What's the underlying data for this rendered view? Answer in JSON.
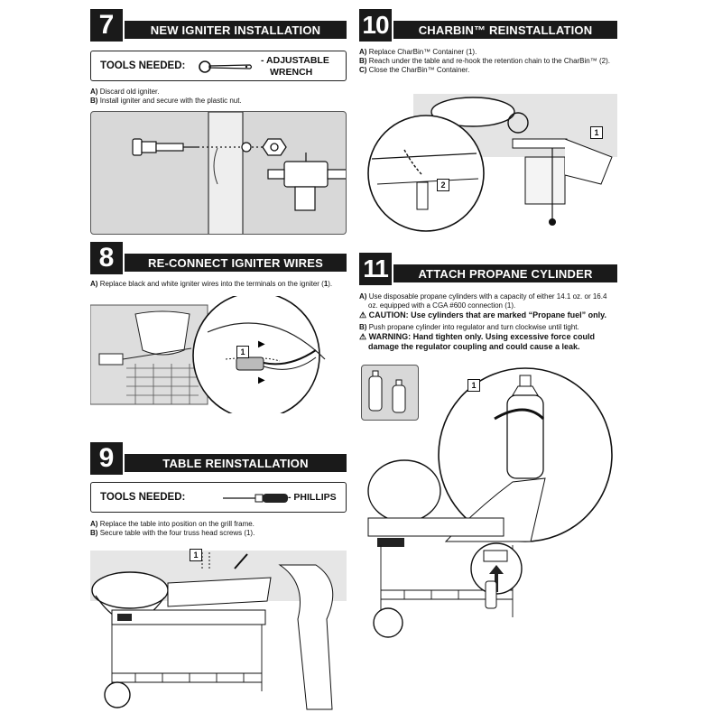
{
  "s7": {
    "num": "7",
    "title": "NEW IGNITER INSTALLATION",
    "tools_label": "TOOLS NEEDED:",
    "tool_name_1": "- ADJUSTABLE",
    "tool_name_2": "WRENCH",
    "steps": [
      {
        "l": "A)",
        "t": "Discard old igniter."
      },
      {
        "l": "B)",
        "t": "Install igniter and secure with the plastic nut."
      }
    ]
  },
  "s8": {
    "num": "8",
    "title": "RE-CONNECT IGNITER WIRES",
    "step_l": "A)",
    "step_t": "Replace black and white igniter wires into the terminals on the igniter (",
    "step_ref": "1",
    "step_end": ").",
    "callout": "1"
  },
  "s9": {
    "num": "9",
    "title": "TABLE REINSTALLATION",
    "tools_label": "TOOLS NEEDED:",
    "tool_name": "- PHILLIPS",
    "steps": [
      {
        "l": "A)",
        "t": "Replace the table into position on the grill frame."
      },
      {
        "l": "B)",
        "t": "Secure table with the four truss head screws (1)."
      }
    ],
    "callout": "1"
  },
  "s10": {
    "num": "10",
    "title": "CHARBIN™ REINSTALLATION",
    "steps": [
      {
        "l": "A)",
        "t": "Replace CharBin™ Container (1)."
      },
      {
        "l": "B)",
        "t": "Reach under the table and re-hook the retention chain to the CharBin™ (2)."
      },
      {
        "l": "C)",
        "t": "Close the CharBin™ Container."
      }
    ],
    "callout1": "1",
    "callout2": "2"
  },
  "s11": {
    "num": "11",
    "title": "ATTACH PROPANE CYLINDER",
    "step_a_l": "A)",
    "step_a_1": "Use disposable propane cylinders with a capacity of either 14.1 oz. or 16.4",
    "step_a_2": "oz. equipped with a CGA #600 connection (1).",
    "caution": "⚠ CAUTION: Use cylinders that are marked “Propane fuel” only.",
    "step_b_l": "B)",
    "step_b": "Push propane cylinder into regulator and turn clockwise until tight.",
    "warning_1": "⚠ WARNING: Hand tighten only. Using excessive force could",
    "warning_2": "damage the regulator coupling and could cause a leak.",
    "callout": "1"
  }
}
